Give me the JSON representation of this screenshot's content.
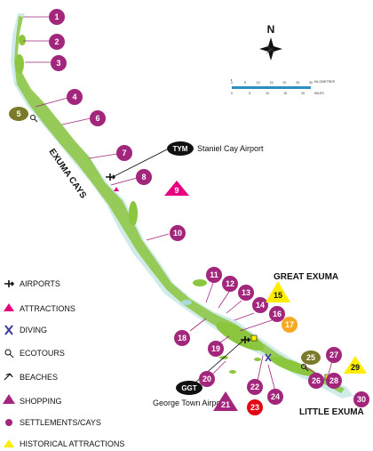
{
  "map": {
    "region_labels": {
      "exuma_cays": "EXUMA CAYS",
      "great_exuma": "GREAT EXUMA",
      "little_exuma": "LITTLE EXUMA"
    },
    "airports": {
      "staniel": {
        "code": "TYM",
        "name": "Staniel Cay Airport"
      },
      "george_town": {
        "code": "GGT",
        "name": "George Town Airport"
      }
    },
    "compass": {
      "north_label": "N"
    },
    "scale": {
      "km_label": "KILOMETRES",
      "mi_label": "MILES",
      "km_ticks": [
        "0",
        "5",
        "10",
        "15",
        "20",
        "25",
        "30"
      ],
      "mi_ticks": [
        "0",
        "5",
        "10",
        "15",
        "20"
      ]
    },
    "markers": {
      "m1": "1",
      "m2": "2",
      "m3": "3",
      "m4": "4",
      "m5": "5",
      "m6": "6",
      "m7": "7",
      "m8": "8",
      "m9": "9",
      "m10": "10",
      "m11": "11",
      "m12": "12",
      "m13": "13",
      "m14": "14",
      "m15": "15",
      "m16": "16",
      "m17": "17",
      "m18": "18",
      "m19": "19",
      "m20": "20",
      "m21": "21",
      "m22": "22",
      "m23": "23",
      "m24": "24",
      "m25": "25",
      "m26": "26",
      "m27": "27",
      "m28": "28",
      "m29": "29",
      "m30": "30"
    },
    "colors": {
      "land": "#8cc63f",
      "shallow": "#a9dcd8",
      "settlement": "#a1267c",
      "attraction": "#e6007e",
      "shopping": "#a1267c",
      "historical": "#ffed00",
      "diving_red": "#e30613",
      "ecotour": "#7a7a2a",
      "orange": "#f7a823"
    }
  },
  "legend": {
    "airports": "AIRPORTS",
    "attractions": "ATTRACTIONS",
    "diving": "DIVING",
    "ecotours": "ECOTOURS",
    "beaches": "BEACHES",
    "shopping": "SHOPPING",
    "settlements": "SETTLEMENTS/CAYS",
    "historical": "HISTORICAL ATTRACTIONS"
  }
}
